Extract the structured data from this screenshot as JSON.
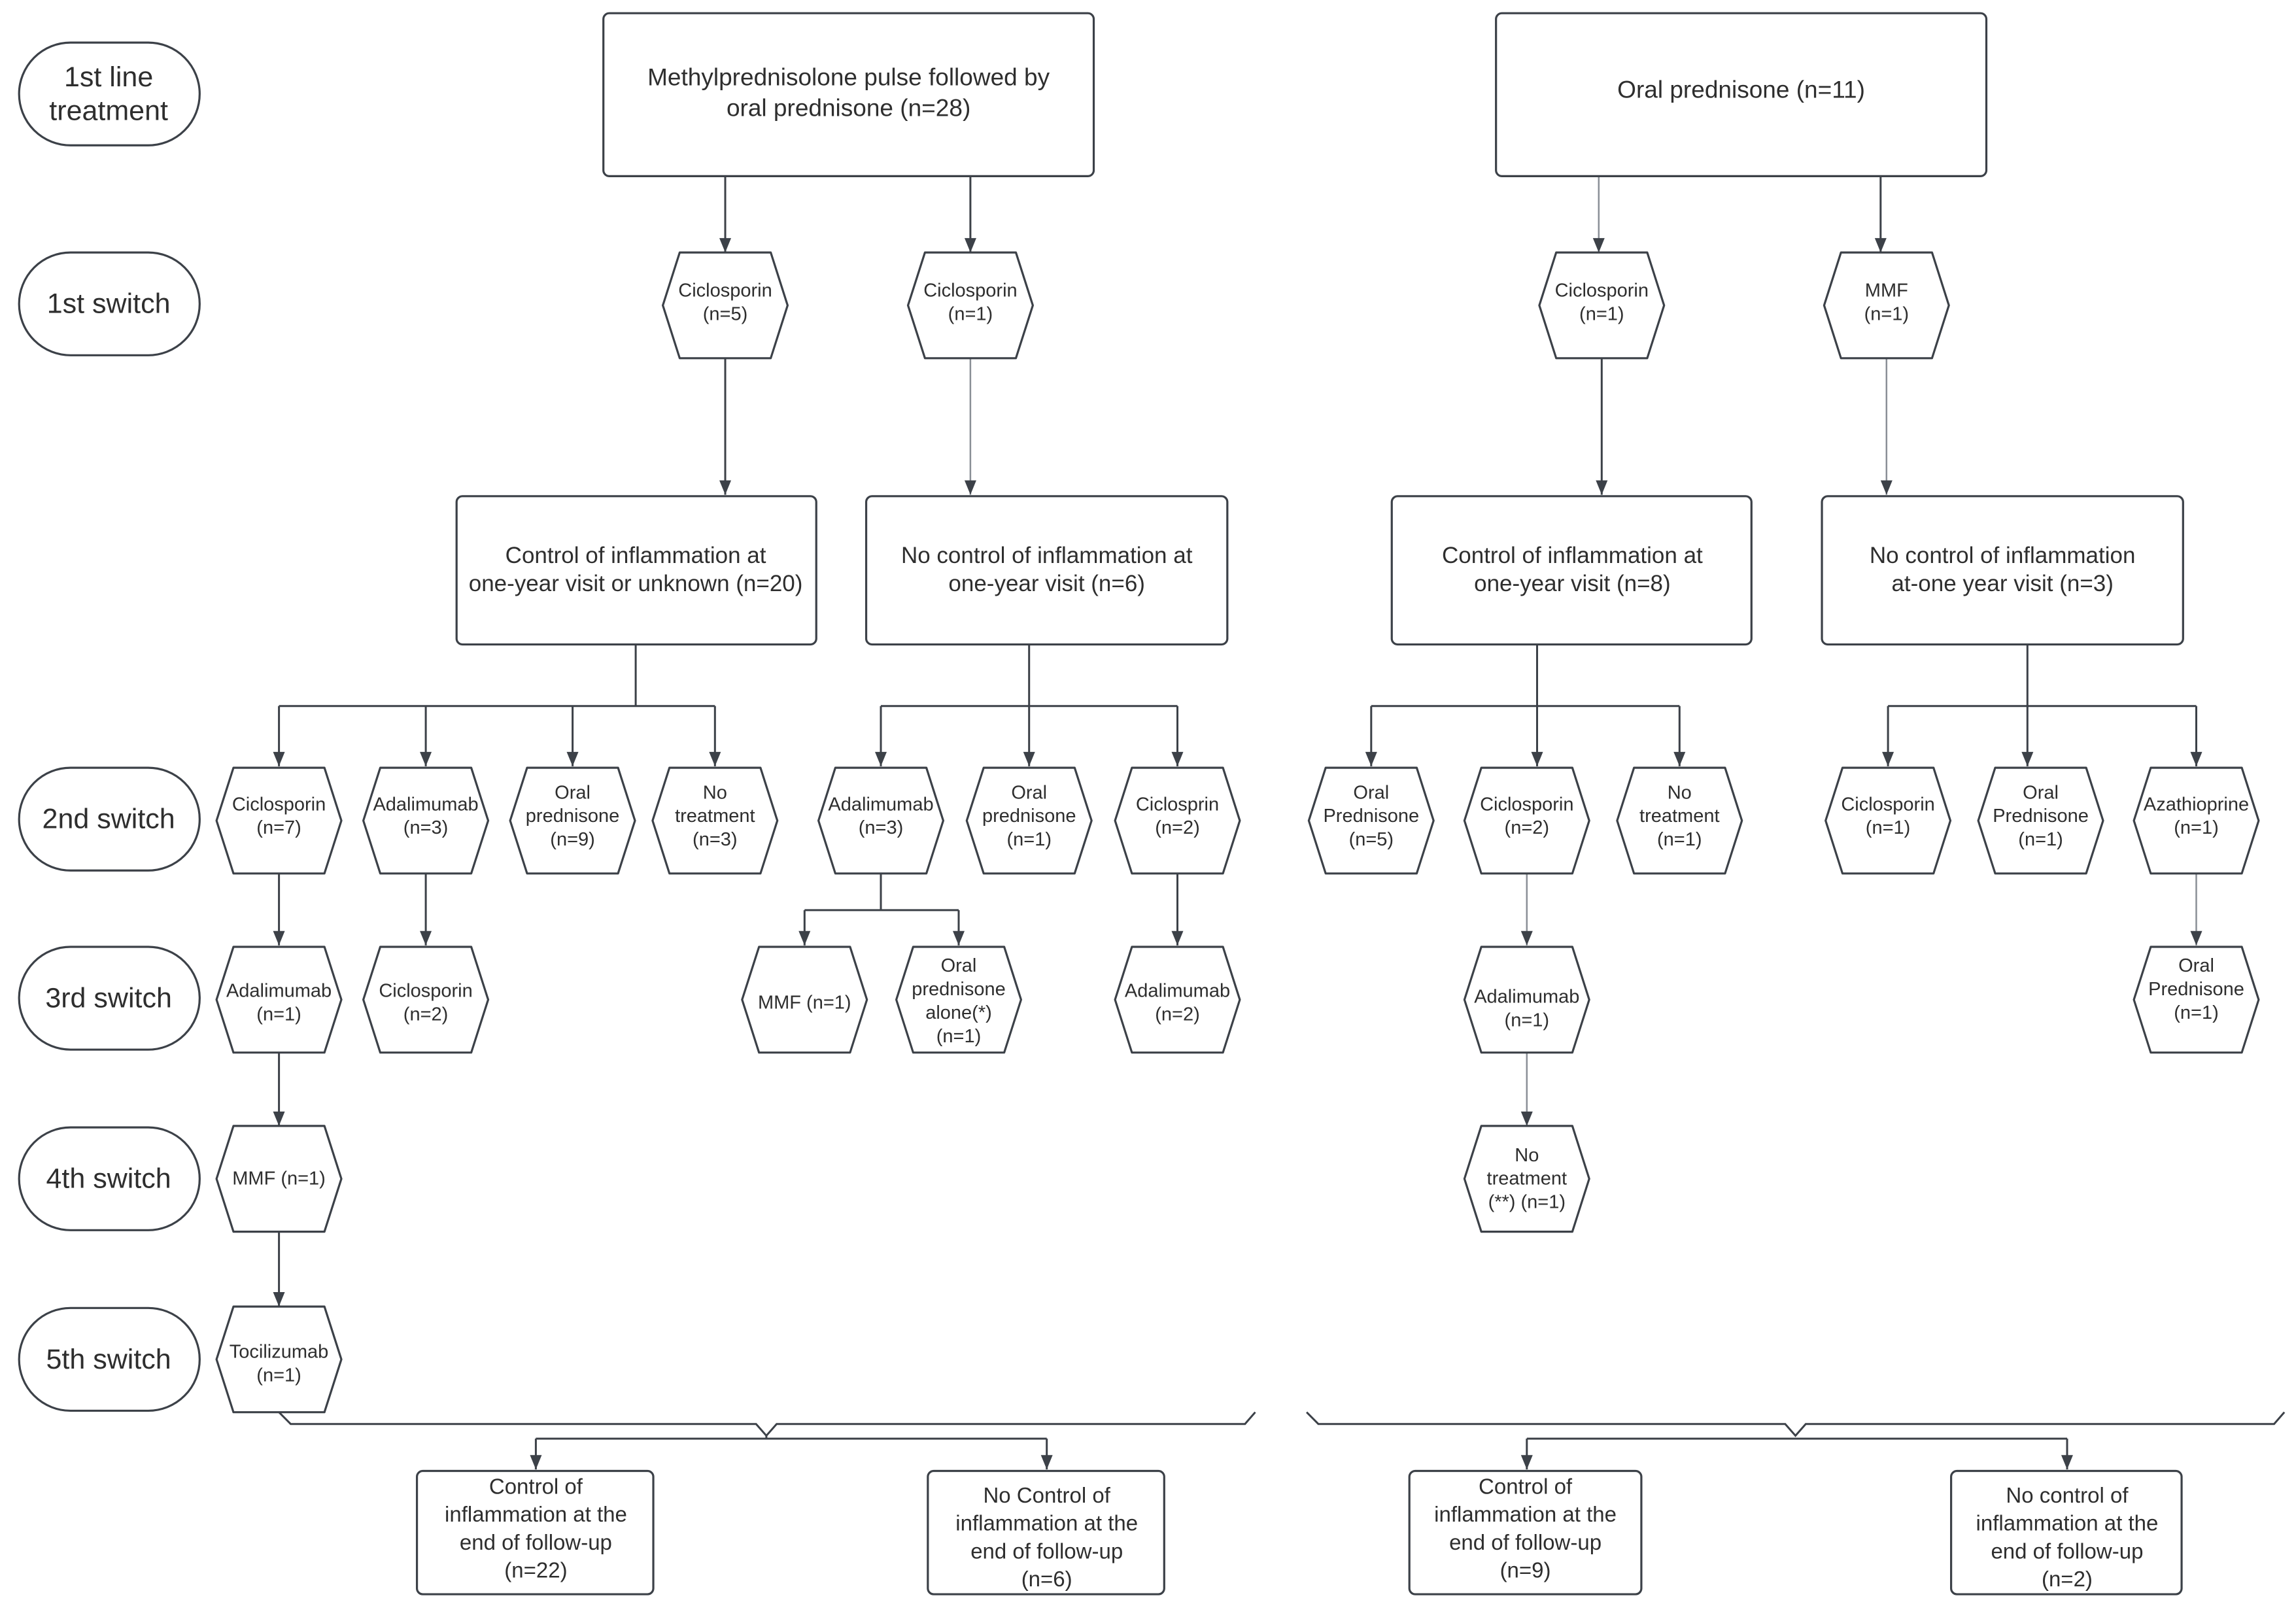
{
  "rows": [
    [
      "1st line",
      "treatment"
    ],
    [
      "1st switch"
    ],
    [
      "2nd switch"
    ],
    [
      "3rd switch"
    ],
    [
      "4th switch"
    ],
    [
      "5th switch"
    ]
  ],
  "left": {
    "first_line": [
      "Methylprednisolone pulse followed by",
      "oral prednisone (n=28)"
    ],
    "sw1_a": [
      "Ciclosporin",
      "(n=5)"
    ],
    "sw1_b": [
      "Ciclosporin",
      "(n=1)"
    ],
    "status_a": [
      "Control of inflammation at",
      "one-year visit or unknown (n=20)"
    ],
    "status_b": [
      "No control of inflammation at",
      "one-year visit (n=6)"
    ],
    "sw2": [
      [
        "Ciclosporin",
        "(n=7)"
      ],
      [
        "Adalimumab",
        "(n=3)"
      ],
      [
        "Oral",
        "prednisone",
        "(n=9)"
      ],
      [
        "No",
        "treatment",
        "(n=3)"
      ],
      [
        "Adalimumab",
        "(n=3)"
      ],
      [
        "Oral",
        "prednisone",
        "(n=1)"
      ],
      [
        "Ciclosprin",
        "(n=2)"
      ]
    ],
    "sw3": [
      [
        "Adalimumab",
        "(n=1)"
      ],
      [
        "Ciclosporin",
        "(n=2)"
      ],
      [
        "MMF (n=1)"
      ],
      [
        "Oral",
        "prednisone",
        "alone(*)",
        "(n=1)"
      ],
      [
        "Adalimumab",
        "(n=2)"
      ]
    ],
    "sw4": [
      [
        "MMF (n=1)"
      ]
    ],
    "sw5": [
      [
        "Tocilizumab",
        "(n=1)"
      ]
    ],
    "outcome_control": [
      "Control of",
      "inflammation at the",
      "end of follow-up",
      "(n=22)"
    ],
    "outcome_no_control": [
      "No Control of",
      "inflammation at the",
      "end of follow-up",
      "(n=6)"
    ]
  },
  "right": {
    "first_line": [
      "Oral prednisone (n=11)"
    ],
    "sw1_a": [
      "Ciclosporin",
      "(n=1)"
    ],
    "sw1_b": [
      "MMF",
      "(n=1)"
    ],
    "status_a": [
      "Control of inflammation at",
      "one-year visit (n=8)"
    ],
    "status_b": [
      "No control of inflammation",
      "at-one year  visit (n=3)"
    ],
    "sw2": [
      [
        "Oral",
        "Prednisone",
        "(n=5)"
      ],
      [
        "Ciclosporin",
        "(n=2)"
      ],
      [
        "No",
        "treatment",
        "(n=1)"
      ],
      [
        "Ciclosporin",
        "(n=1)"
      ],
      [
        "Oral",
        "Prednisone",
        "(n=1)"
      ],
      [
        "Azathioprine",
        "(n=1)"
      ]
    ],
    "sw3": [
      [
        "Adalimumab",
        "(n=1)"
      ],
      [
        "Oral",
        "Prednisone",
        "(n=1)"
      ]
    ],
    "sw4": [
      [
        "No",
        "treatment",
        "(**) (n=1)"
      ]
    ],
    "outcome_control": [
      "Control of",
      "inflammation at the",
      "end of follow-up",
      "(n=9)"
    ],
    "outcome_no_control": [
      "No control of",
      "inflammation at the",
      "end of follow-up",
      "(n=2)"
    ]
  }
}
